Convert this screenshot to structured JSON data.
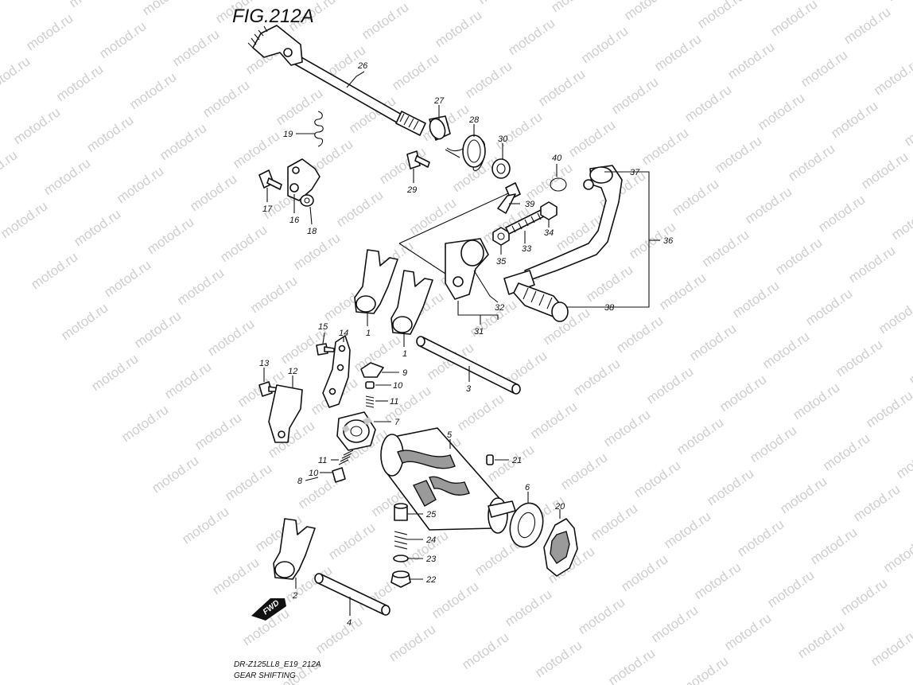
{
  "figure": {
    "title": "FIG.212A",
    "model_code": "DR-Z125LL8_E19_212A",
    "section_name": "GEAR SHIFTING",
    "fwd_label": "FWD"
  },
  "watermark": "motod.ru",
  "callouts": [
    {
      "id": "p1a",
      "label": "1"
    },
    {
      "id": "p1b",
      "label": "1"
    },
    {
      "id": "p2",
      "label": "2"
    },
    {
      "id": "p3",
      "label": "3"
    },
    {
      "id": "p4",
      "label": "4"
    },
    {
      "id": "p5",
      "label": "5"
    },
    {
      "id": "p6",
      "label": "6"
    },
    {
      "id": "p7",
      "label": "7"
    },
    {
      "id": "p8",
      "label": "8"
    },
    {
      "id": "p9",
      "label": "9"
    },
    {
      "id": "p10a",
      "label": "10"
    },
    {
      "id": "p10b",
      "label": "10"
    },
    {
      "id": "p11a",
      "label": "11"
    },
    {
      "id": "p11b",
      "label": "11"
    },
    {
      "id": "p12",
      "label": "12"
    },
    {
      "id": "p13",
      "label": "13"
    },
    {
      "id": "p14",
      "label": "14"
    },
    {
      "id": "p15",
      "label": "15"
    },
    {
      "id": "p16",
      "label": "16"
    },
    {
      "id": "p17",
      "label": "17"
    },
    {
      "id": "p18",
      "label": "18"
    },
    {
      "id": "p19",
      "label": "19"
    },
    {
      "id": "p20",
      "label": "20"
    },
    {
      "id": "p21",
      "label": "21"
    },
    {
      "id": "p22",
      "label": "22"
    },
    {
      "id": "p23",
      "label": "23"
    },
    {
      "id": "p24",
      "label": "24"
    },
    {
      "id": "p25",
      "label": "25"
    },
    {
      "id": "p26",
      "label": "26"
    },
    {
      "id": "p27",
      "label": "27"
    },
    {
      "id": "p28",
      "label": "28"
    },
    {
      "id": "p29",
      "label": "29"
    },
    {
      "id": "p30",
      "label": "30"
    },
    {
      "id": "p31",
      "label": "31"
    },
    {
      "id": "p32",
      "label": "32"
    },
    {
      "id": "p33",
      "label": "33"
    },
    {
      "id": "p34",
      "label": "34"
    },
    {
      "id": "p35",
      "label": "35"
    },
    {
      "id": "p36",
      "label": "36"
    },
    {
      "id": "p37",
      "label": "37"
    },
    {
      "id": "p38",
      "label": "38"
    },
    {
      "id": "p39",
      "label": "39"
    },
    {
      "id": "p40",
      "label": "40"
    }
  ]
}
